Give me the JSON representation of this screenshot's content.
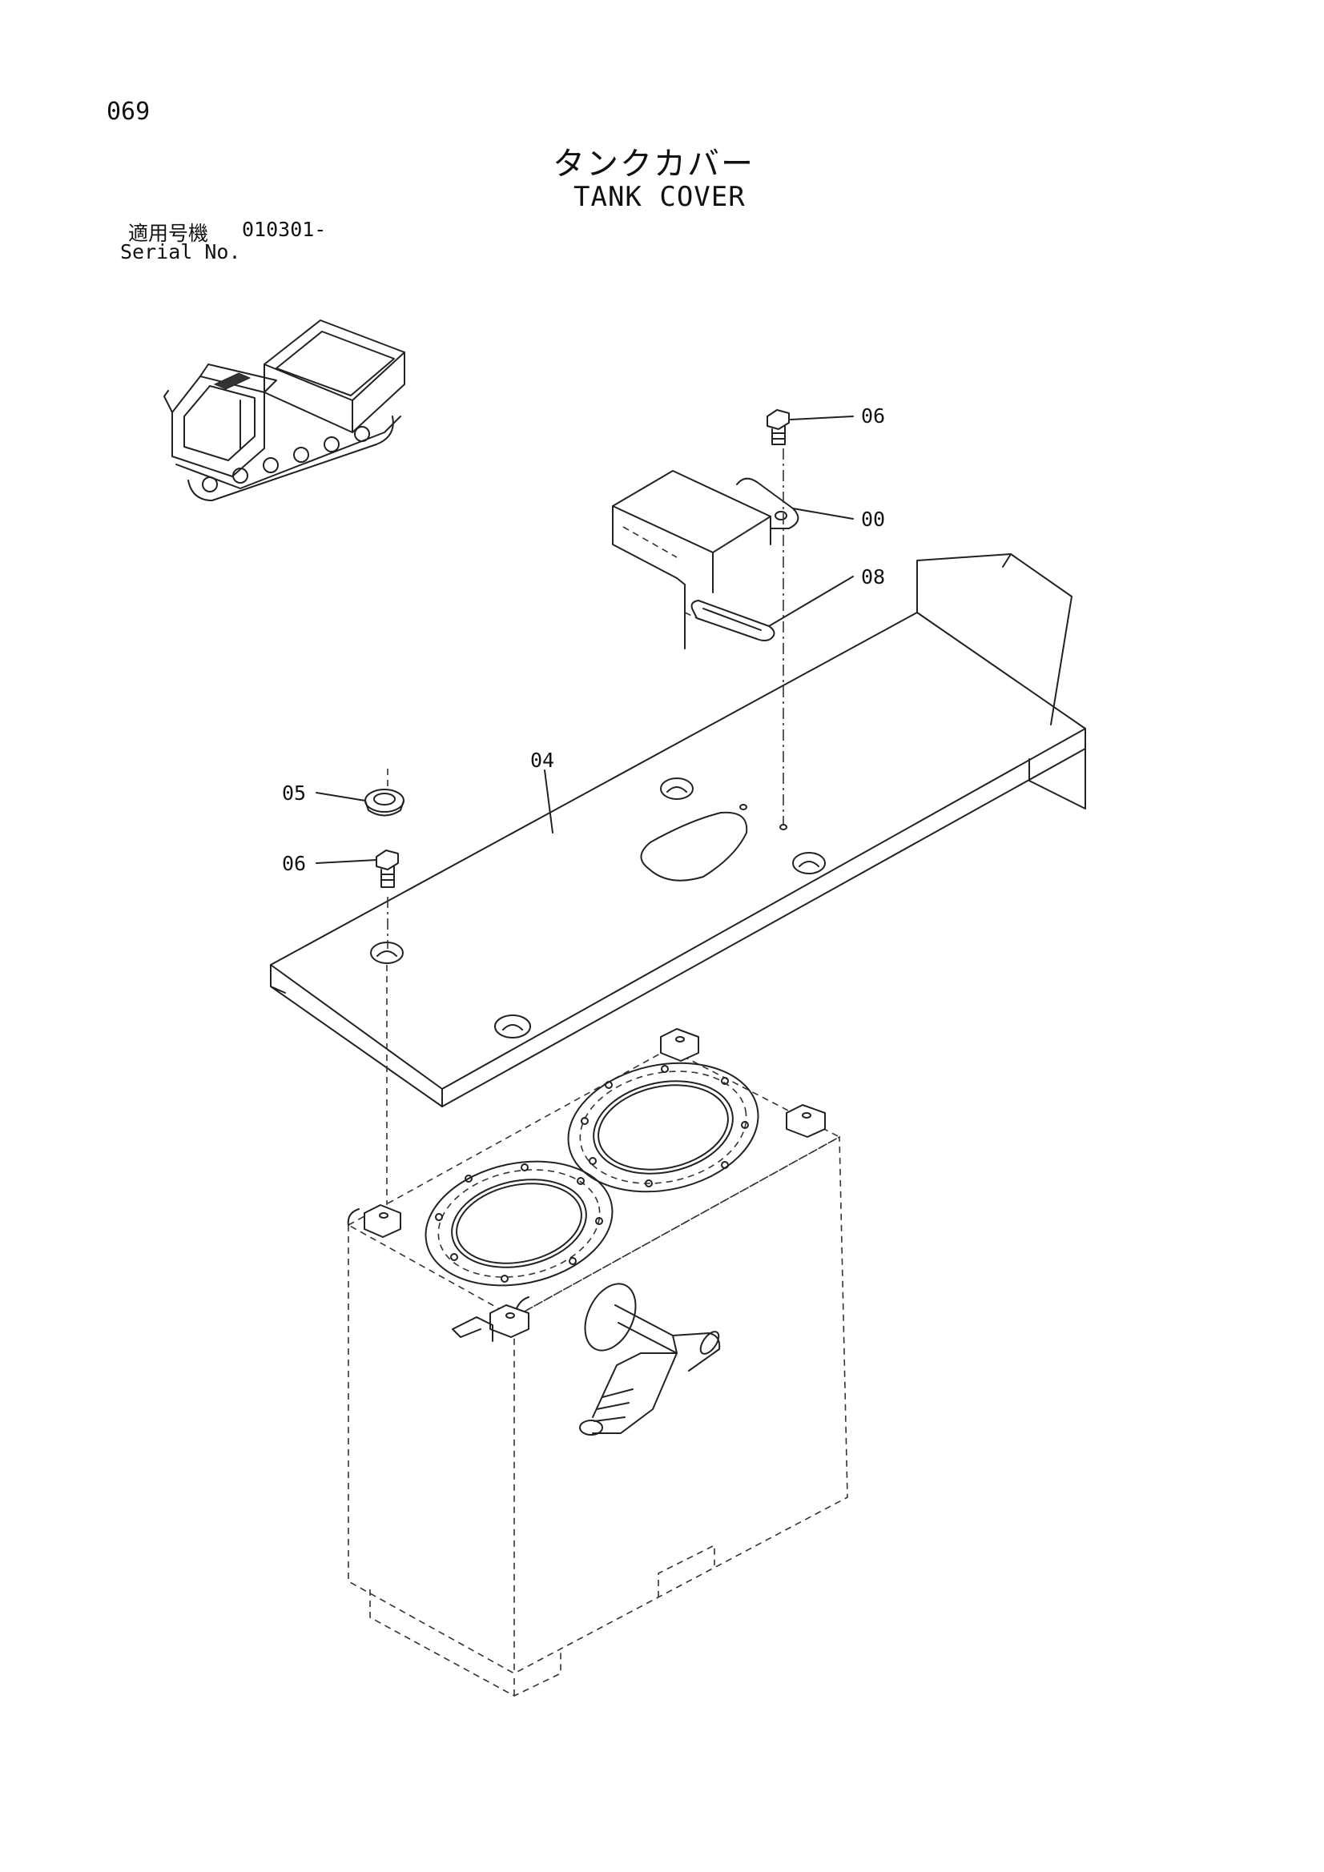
{
  "page": {
    "number": "069",
    "title_jp": "タンクカバー",
    "title_en": "TANK COVER"
  },
  "serial": {
    "label_jp": "適用号機",
    "value": "010301-",
    "label_en": "Serial No."
  },
  "callouts": [
    {
      "id": "06",
      "label": "06"
    },
    {
      "id": "00",
      "label": "00"
    },
    {
      "id": "08",
      "label": "08"
    },
    {
      "id": "04",
      "label": "04"
    },
    {
      "id": "05",
      "label": "05"
    },
    {
      "id": "06b",
      "label": "06"
    }
  ]
}
